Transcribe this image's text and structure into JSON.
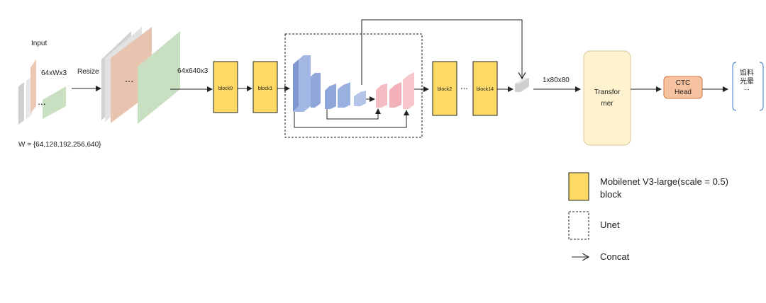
{
  "labels": {
    "input": "Input",
    "input_shape": "64xWx3",
    "input_dots": "...",
    "width_set": "W = {64,128,192,256,640}",
    "resize": "Resize",
    "resize_dots": "...",
    "resized_shape": "64x640x3",
    "block0": "block0",
    "block1": "block1",
    "block2": "block2",
    "block14": "block14",
    "block_dots": "...",
    "feature_shape": "1x80x80",
    "transformer_line1": "Transfor",
    "transformer_line2": "mer",
    "ctc_line1": "CTC",
    "ctc_line2": "Head",
    "output_line1": "馅料",
    "output_line2": "光晕",
    "output_line3": "..."
  },
  "legend": {
    "block_line1": "Mobilenet V3-large(scale = 0.5)",
    "block_line2": "block",
    "unet": "Unet",
    "concat": "Concat"
  },
  "colors": {
    "block_fill": "#fdd966",
    "block_stroke": "#222222",
    "transformer_fill": "#fdf1ce",
    "transformer_stroke": "#d8c79a",
    "ctc_fill": "#f7c2a0",
    "ctc_stroke": "#d07a45",
    "encoder_blue": "#8ea6d8",
    "decoder_pink": "#f4bcc3",
    "input_gray": "#cfcfcf",
    "input_tan": "#ecc9b4",
    "input_green": "#c9dfc1",
    "output_bracket": "#5b8fd0"
  }
}
